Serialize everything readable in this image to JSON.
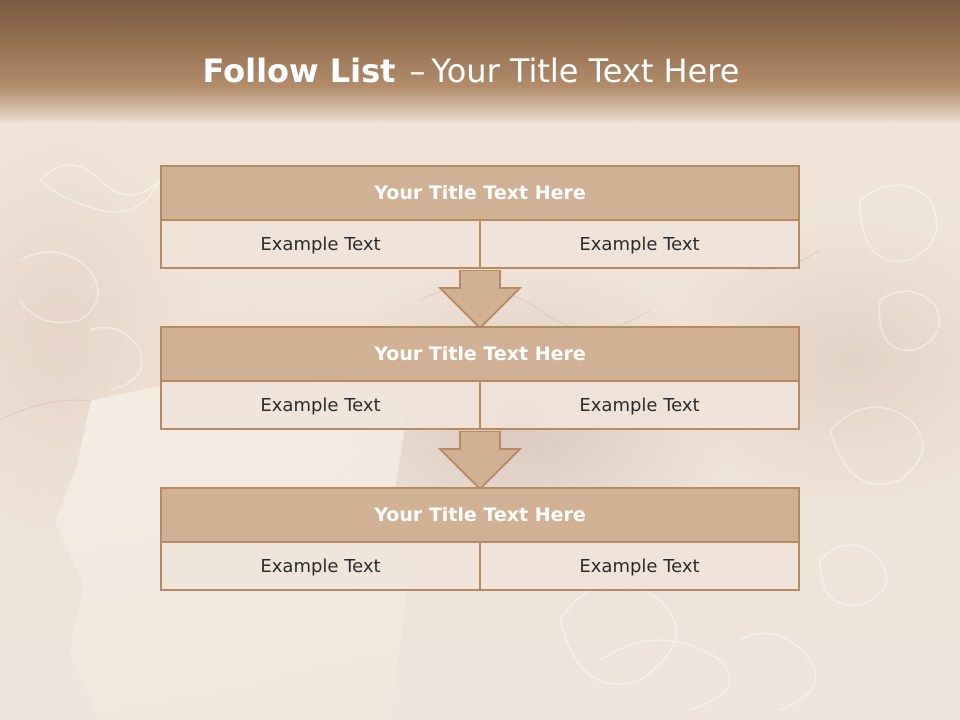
{
  "slide": {
    "title_strong": "Follow List",
    "title_sep": "–",
    "title_rest": "Your Title Text Here"
  },
  "blocks": [
    {
      "title": "Your Title Text Here",
      "left": "Example Text",
      "right": "Example Text"
    },
    {
      "title": "Your Title Text Here",
      "left": "Example Text",
      "right": "Example Text"
    },
    {
      "title": "Your Title Text Here",
      "left": "Example Text",
      "right": "Example Text"
    }
  ],
  "colors": {
    "header_band": "#957152",
    "block_fill": "#d1b193",
    "block_border": "#b88a62",
    "cell_fill": "#f0e4da"
  }
}
